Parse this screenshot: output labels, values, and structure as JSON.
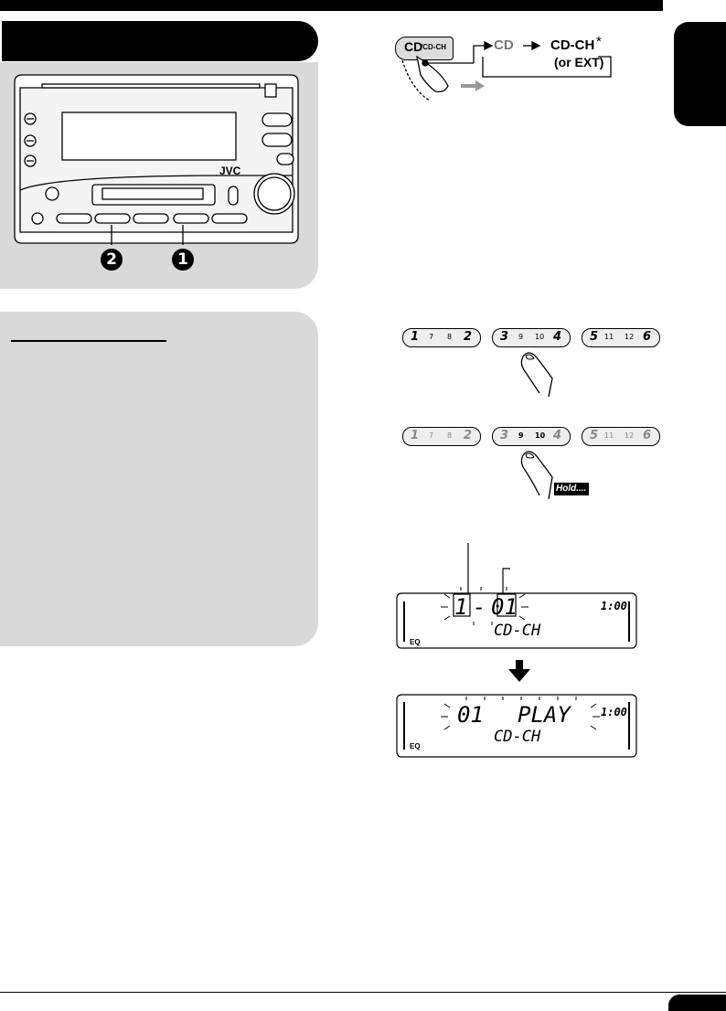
{
  "unit": {
    "brand": "JVC",
    "callouts": [
      "2",
      "1"
    ]
  },
  "source_diagram": {
    "button_label_main": "CD",
    "button_label_sub": "/CD-CH",
    "seq_cd": "CD",
    "seq_cdch": "CD-CH",
    "asterisk": "*",
    "seq_ext": "(or EXT)"
  },
  "preset_buttons": [
    {
      "left": "1",
      "mid_a": "7",
      "mid_b": "8",
      "right": "2"
    },
    {
      "left": "3",
      "mid_a": "9",
      "mid_b": "10",
      "right": "4"
    },
    {
      "left": "5",
      "mid_a": "11",
      "mid_b": "12",
      "right": "6"
    }
  ],
  "hold_label": "Hold....",
  "display1": {
    "disc": "1",
    "dash": "-",
    "track": "01",
    "time": "1:00",
    "source": "CD-CH",
    "eq": "EQ"
  },
  "display2": {
    "track": "01",
    "status": "PLAY",
    "time": "1:00",
    "source": "CD-CH",
    "eq": "EQ"
  }
}
